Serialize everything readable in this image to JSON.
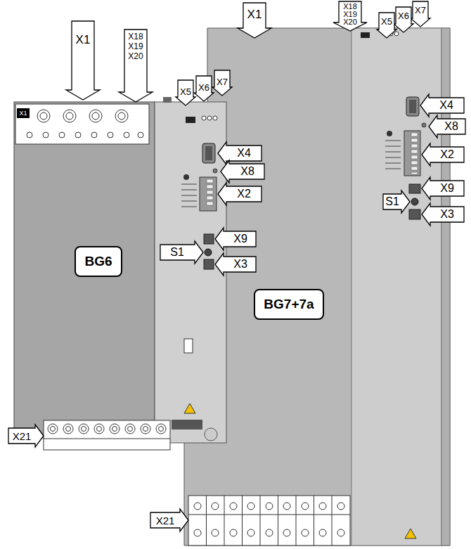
{
  "diagram": {
    "nodes": [
      {
        "text": [
          "BG6"
        ]
      },
      {
        "text": [
          "BG7+7a"
        ]
      }
    ],
    "labels": [
      "X1",
      "X18",
      "X19",
      "X20",
      "X5",
      "X6",
      "X7",
      "X4",
      "X8",
      "X2",
      "S1",
      "X9",
      "X3",
      "X21",
      "X1",
      "X1",
      "X18",
      "X19",
      "X20",
      "X5",
      "X6",
      "X7",
      "X4",
      "X8",
      "X2",
      "S1",
      "X9",
      "X3",
      "X21"
    ]
  }
}
